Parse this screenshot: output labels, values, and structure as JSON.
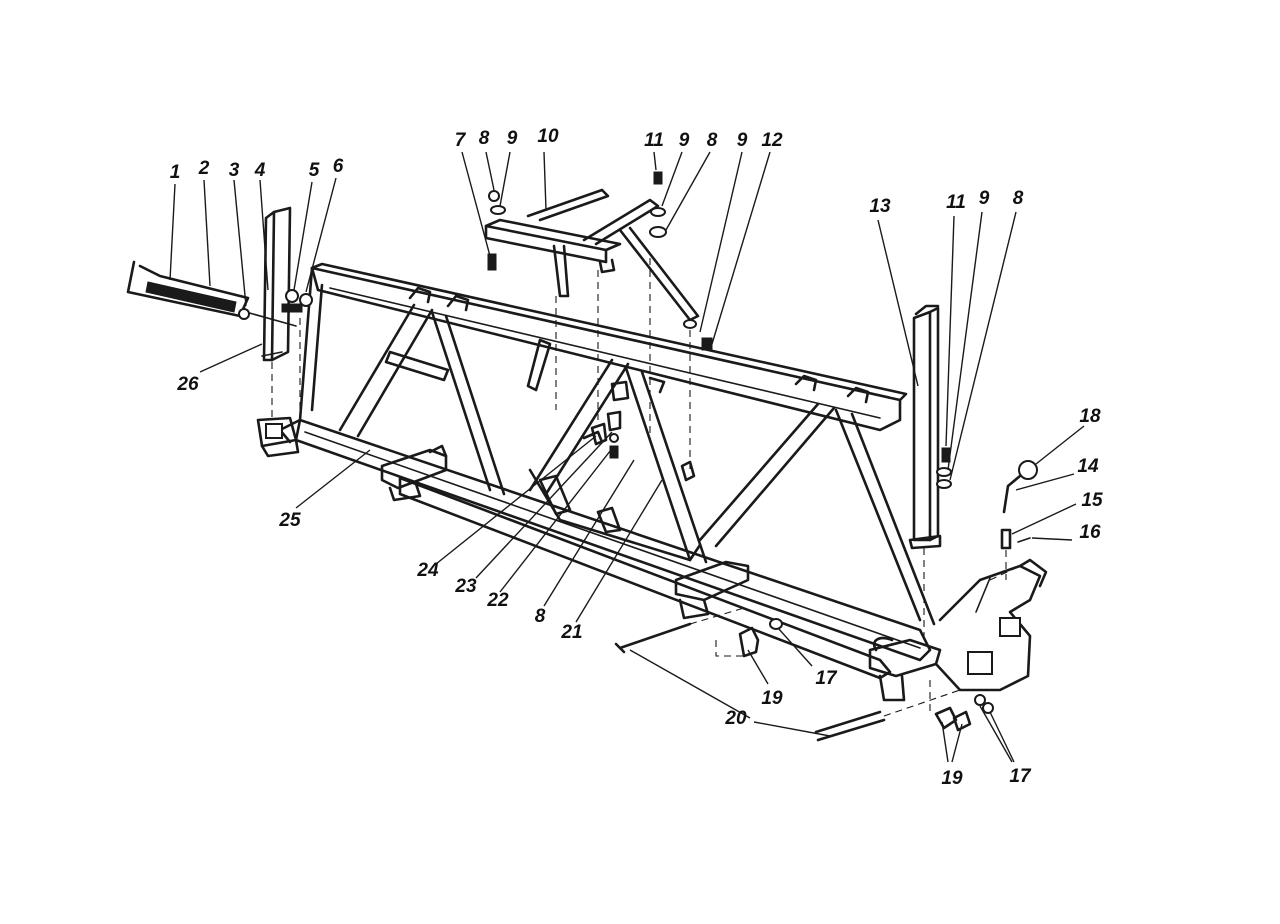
{
  "callouts": {
    "c1": "1",
    "c2": "2",
    "c3": "3",
    "c4": "4",
    "c5": "5",
    "c6": "6",
    "c7": "7",
    "c8a": "8",
    "c9a": "9",
    "c10": "10",
    "c11a": "11",
    "c9b": "9",
    "c8b": "8",
    "c9c": "9",
    "c12": "12",
    "c13": "13",
    "c11b": "11",
    "c9d": "9",
    "c8c": "8",
    "c18": "18",
    "c14": "14",
    "c15": "15",
    "c16": "16",
    "c26": "26",
    "c25": "25",
    "c24": "24",
    "c23": "23",
    "c22": "22",
    "c8d": "8",
    "c21": "21",
    "c17a": "17",
    "c19a": "19",
    "c20": "20",
    "c19b": "19",
    "c17b": "17"
  }
}
